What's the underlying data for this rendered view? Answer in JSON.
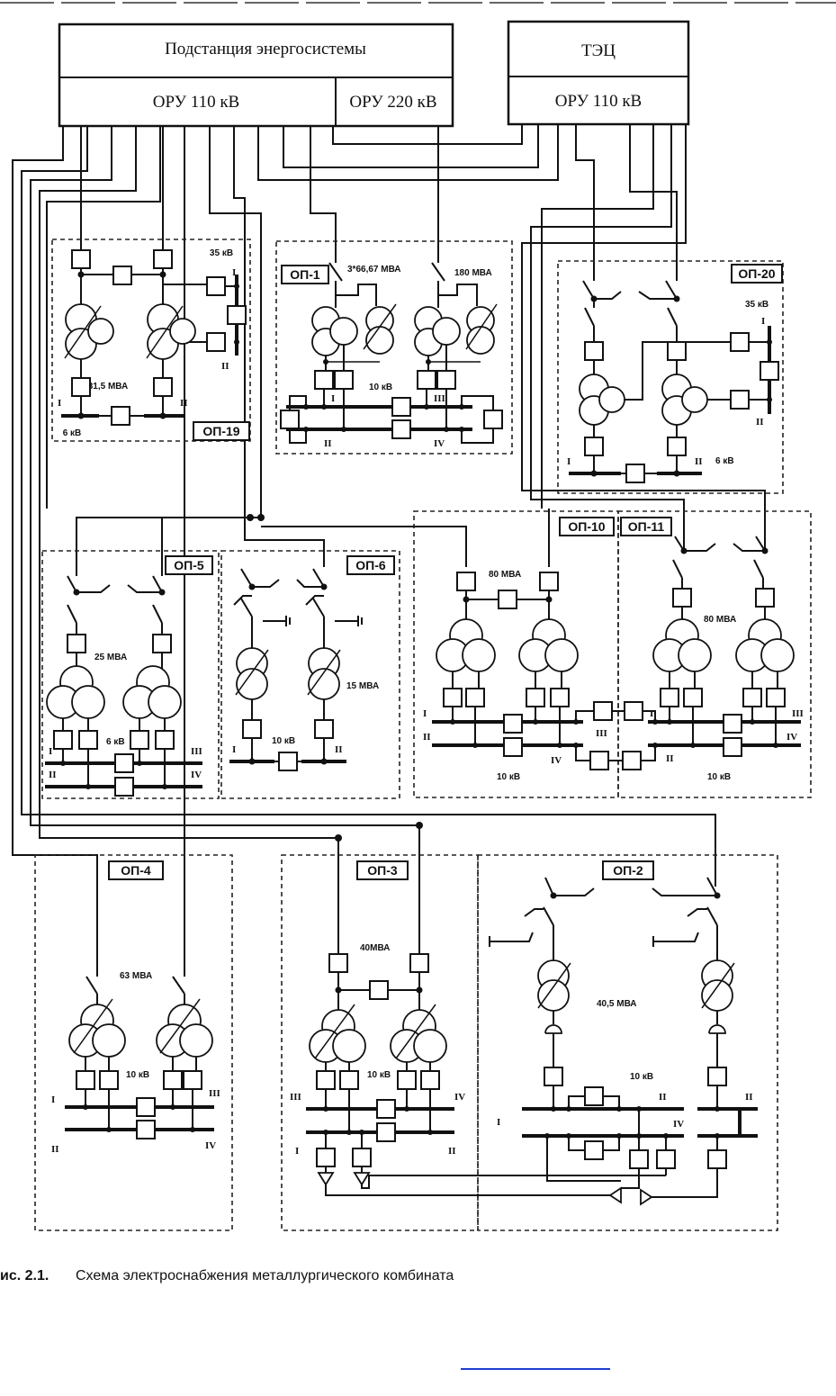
{
  "header": {
    "substation_title": "Подстанция энергосистемы",
    "oru110": "ОРУ 110 кВ",
    "oru220": "ОРУ 220 кВ",
    "tec_title": "ТЭЦ",
    "tec_oru110": "ОРУ 110 кВ"
  },
  "op19": {
    "name": "ОП-19",
    "v35": "35 кВ",
    "power": "31,5 МВА",
    "v6": "6 кВ",
    "s1": "I",
    "s2": "II",
    "s1b": "I",
    "s2b": "II"
  },
  "op1": {
    "name": "ОП-1",
    "power1": "3*66,67 МВА",
    "power2": "180 МВА",
    "v10": "10 кВ",
    "s1": "I",
    "s2": "II",
    "s3": "III",
    "s4": "IV"
  },
  "op20": {
    "name": "ОП-20",
    "v35": "35 кВ",
    "v6": "6 кВ",
    "s1": "I",
    "s2": "II",
    "s1b": "I",
    "s2b": "II"
  },
  "op5": {
    "name": "ОП-5",
    "power": "25 МВА",
    "v6": "6 кВ",
    "s1": "I",
    "s2": "II",
    "s3": "III",
    "s4": "IV"
  },
  "op6": {
    "name": "ОП-6",
    "power": "15 МВА",
    "v10": "10 кВ",
    "s1": "I",
    "s2": "II"
  },
  "op10": {
    "name": "ОП-10",
    "power": "80 МВА",
    "v10": "10 кВ",
    "s1": "I",
    "s2": "II",
    "s3": "III",
    "s4": "IV"
  },
  "op11": {
    "name": "ОП-11",
    "power": "80 МВА",
    "v10": "10 кВ",
    "s1": "I",
    "s2": "II",
    "s3": "III",
    "s4": "IV"
  },
  "op4": {
    "name": "ОП-4",
    "power": "63 МВА",
    "v10": "10 кВ",
    "s1": "I",
    "s2": "II",
    "s3": "III",
    "s4": "IV"
  },
  "op3": {
    "name": "ОП-3",
    "power": "40МВА",
    "v10": "10 кВ",
    "s1": "III",
    "s2": "IV",
    "s3": "I",
    "s4": "II"
  },
  "op2": {
    "name": "ОП-2",
    "power": "40,5 МВА",
    "v10": "10 кВ",
    "s1": "I",
    "s2": "II",
    "s3": "IV",
    "s4": "II"
  },
  "caption": {
    "prefix": "ис. 2.1.",
    "text": "Схема электроснабжения металлургического комбината"
  }
}
